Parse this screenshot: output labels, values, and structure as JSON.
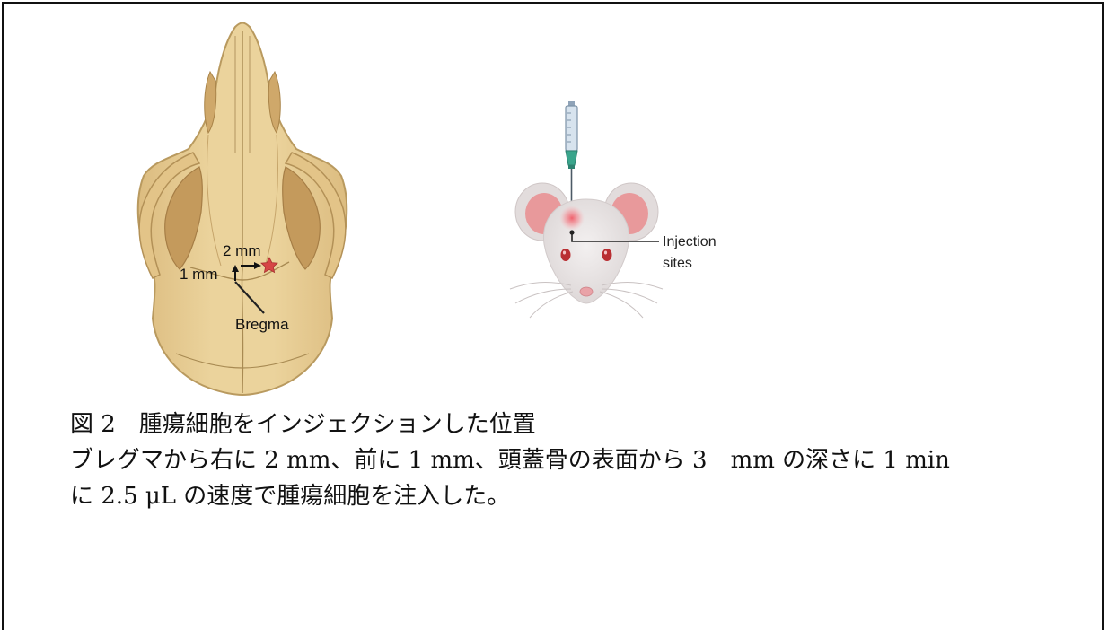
{
  "figure": {
    "skull_labels": {
      "lateral": "2 mm",
      "anterior": "1 mm",
      "bregma": "Bregma"
    },
    "mouse_labels": {
      "injection_line1": "Injection",
      "injection_line2": "sites"
    },
    "colors": {
      "bone_fill": "#e9cf96",
      "bone_shadow": "#d9b577",
      "bone_line": "#b28f55",
      "star": "#d64545",
      "syringe_needle": "#3aa58c",
      "mouse_fur": "#eeeaea",
      "ear_inner": "#e8999b",
      "eye": "#b92e32",
      "injection_glow": "#ef6b73"
    }
  },
  "caption": {
    "line1": "図 2　腫瘍細胞をインジェクションした位置",
    "line2": "ブレグマから右に 2 mm、前に 1 mm、頭蓋骨の表面から 3　mm の深さに 1 min",
    "line3": "に 2.5 μL の速度で腫瘍細胞を注入した。"
  }
}
